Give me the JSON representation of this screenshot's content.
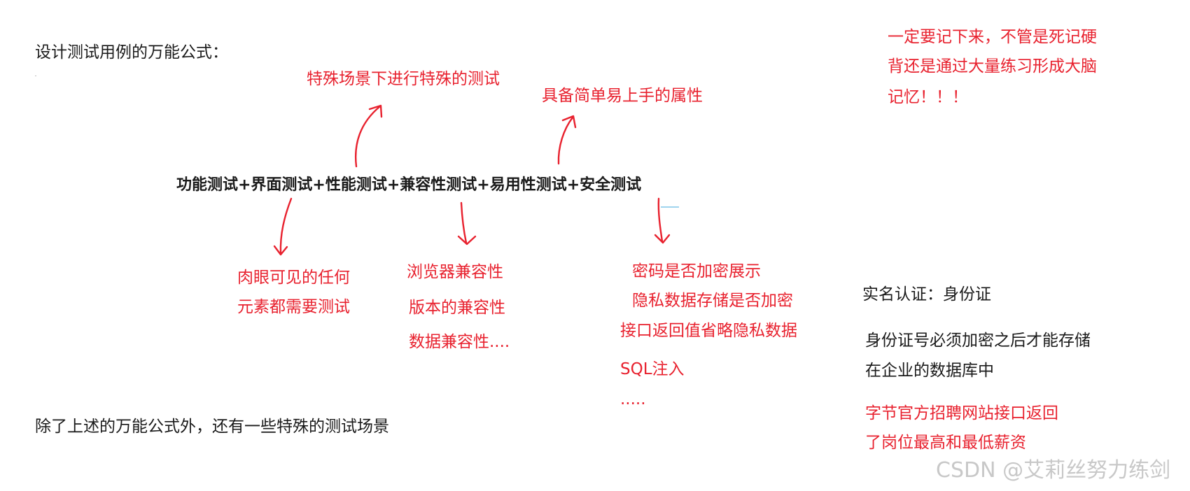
{
  "title": "设计测试用例的万能公式：",
  "formula": "功能测试+界面测试+性能测试+兼容性测试+易用性测试+安全测试",
  "annotations": {
    "special_scenario": "特殊场景下进行特殊的测试",
    "usability": "具备简单易上手的属性",
    "ui": [
      "肉眼可见的任何",
      "元素都需要测试"
    ],
    "compatibility": [
      "浏览器兼容性",
      "版本的兼容性",
      "数据兼容性...."
    ],
    "security": [
      "密码是否加密展示",
      "隐私数据存储是否加密",
      "接口返回值省略隐私数据",
      "SQL注入",
      "....."
    ]
  },
  "memo": [
    "一定要记下来，不管是死记硬",
    "背还是通过大量练习形成大脑",
    "记忆！！！"
  ],
  "real_name": {
    "title": "实名认证：身份证",
    "body": [
      "身份证号必须加密之后才能存储",
      "在企业的数据库中"
    ],
    "example": [
      "字节官方招聘网站接口返回",
      "了岗位最高和最低薪资"
    ]
  },
  "footer": "除了上述的万能公式外，还有一些特殊的测试场景",
  "watermark": "CSDN @艾莉丝努力练剑",
  "colors": {
    "annotation": "#e8212e",
    "text": "#1a1a1a",
    "watermark": "#c8c8c8"
  }
}
